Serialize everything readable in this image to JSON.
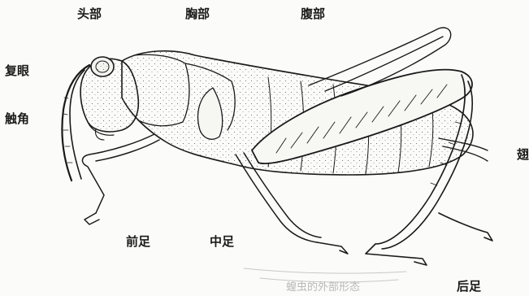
{
  "labels": {
    "head": "头部",
    "thorax": "胸部",
    "abdomen": "腹部",
    "compound_eye": "复眼",
    "antenna": "触角",
    "foreleg": "前足",
    "midleg": "中足",
    "hindleg": "后足",
    "wing": "翅",
    "caption_faint": "蝗虫的外部形态"
  },
  "colors": {
    "ink": "#1a1a1a",
    "paper": "#fbfbf9",
    "faint_text": "#b8b8b8"
  }
}
